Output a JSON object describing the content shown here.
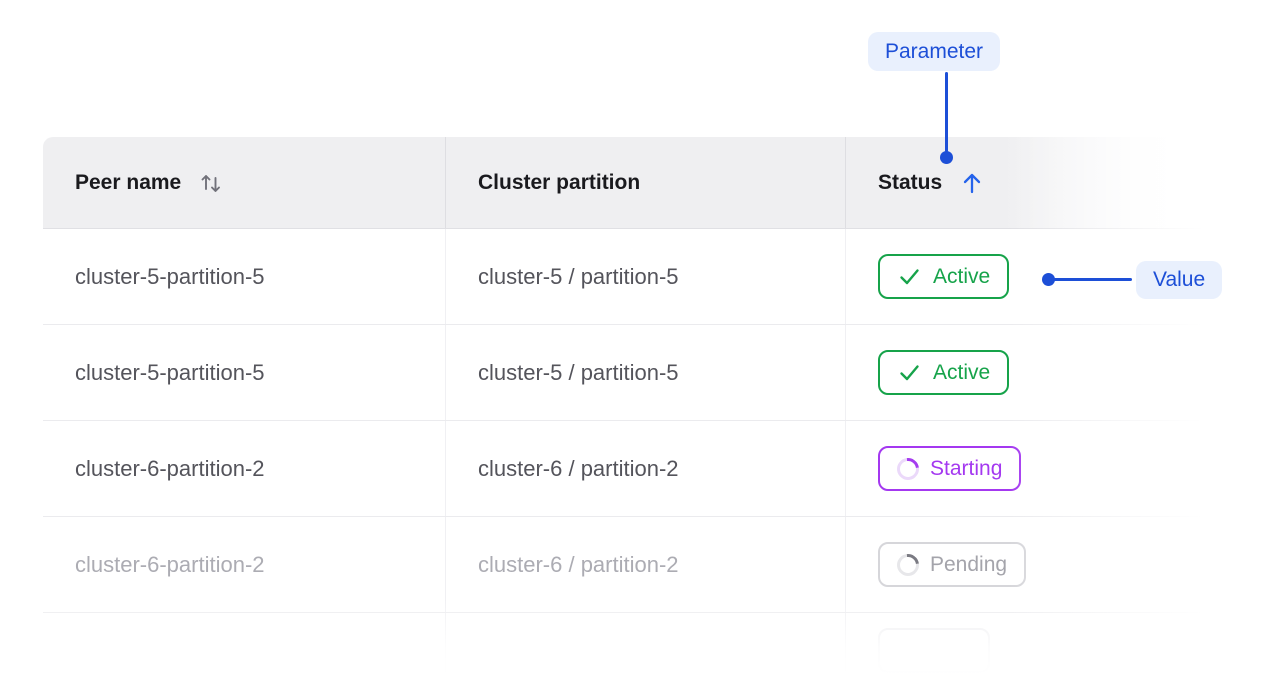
{
  "annotations": {
    "parameter": {
      "label": "Parameter"
    },
    "value": {
      "label": "Value"
    },
    "accent_color": "#1D4FD7",
    "pill_bg_color": "#E9F0FD"
  },
  "table": {
    "columns": [
      {
        "label": "Peer name",
        "sort_state": "sortable",
        "sort_icon": "sort-both-icon"
      },
      {
        "label": "Cluster partition",
        "sort_state": "none"
      },
      {
        "label": "Status",
        "sort_state": "ascending",
        "sort_icon": "arrow-up-icon"
      }
    ],
    "rows": [
      {
        "peer_name": "cluster-5-partition-5",
        "cluster_partition": "cluster-5 / partition-5",
        "status": "Active",
        "status_icon": "check-icon",
        "muted": false
      },
      {
        "peer_name": "cluster-5-partition-5",
        "cluster_partition": "cluster-5 / partition-5",
        "status": "Active",
        "status_icon": "check-icon",
        "muted": false
      },
      {
        "peer_name": "cluster-6-partition-2",
        "cluster_partition": "cluster-6 / partition-2",
        "status": "Starting",
        "status_icon": "spinner-icon",
        "muted": false
      },
      {
        "peer_name": "cluster-6-partition-2",
        "cluster_partition": "cluster-6 / partition-2",
        "status": "Pending",
        "status_icon": "spinner-icon",
        "muted": true
      }
    ],
    "status_colors": {
      "active": "#16A34A",
      "starting": "#A438F0",
      "pending": "#A4A4AB"
    },
    "header_text_color": "#1A1A1E",
    "row_text_color": "#54545B",
    "muted_text_color": "#ACACB3"
  }
}
